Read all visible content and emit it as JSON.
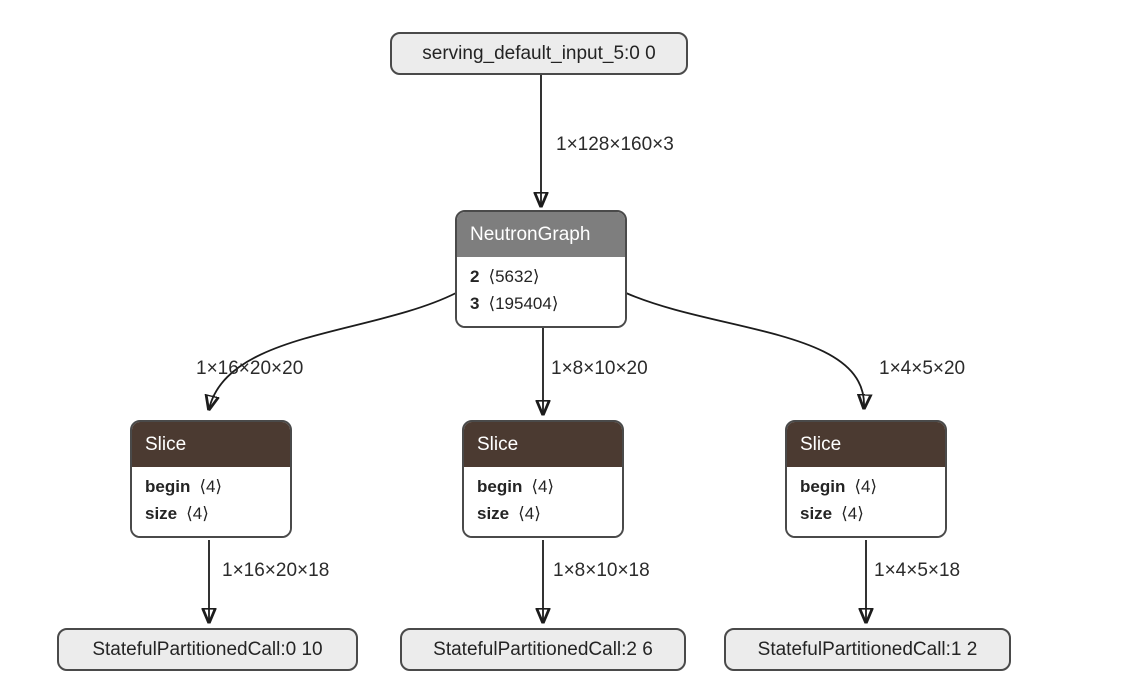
{
  "colors": {
    "node_border": "#4a4a4a",
    "io_fill": "#ececec",
    "graph_header": "#7e7e7e",
    "slice_header": "#4b3a31",
    "edge": "#1c1c1c",
    "text": "#242424",
    "header_text": "#ffffff",
    "label": "#2b2b2b"
  },
  "nodes": {
    "input": {
      "label": "serving_default_input_5:0 0"
    },
    "graph": {
      "title": "NeutronGraph",
      "rows": [
        {
          "name": "2",
          "value": "⟨5632⟩"
        },
        {
          "name": "3",
          "value": "⟨195404⟩"
        }
      ]
    },
    "slices": [
      {
        "title": "Slice",
        "rows": [
          {
            "name": "begin",
            "value": "⟨4⟩"
          },
          {
            "name": "size",
            "value": "⟨4⟩"
          }
        ]
      },
      {
        "title": "Slice",
        "rows": [
          {
            "name": "begin",
            "value": "⟨4⟩"
          },
          {
            "name": "size",
            "value": "⟨4⟩"
          }
        ]
      },
      {
        "title": "Slice",
        "rows": [
          {
            "name": "begin",
            "value": "⟨4⟩"
          },
          {
            "name": "size",
            "value": "⟨4⟩"
          }
        ]
      }
    ],
    "outputs": [
      {
        "label": "StatefulPartitionedCall:0 10"
      },
      {
        "label": "StatefulPartitionedCall:2 6"
      },
      {
        "label": "StatefulPartitionedCall:1 2"
      }
    ]
  },
  "edges": {
    "input_to_graph": "1×128×160×3",
    "graph_to_slices": [
      "1×16×20×20",
      "1×8×10×20",
      "1×4×5×20"
    ],
    "slices_to_outputs": [
      "1×16×20×18",
      "1×8×10×18",
      "1×4×5×18"
    ]
  }
}
